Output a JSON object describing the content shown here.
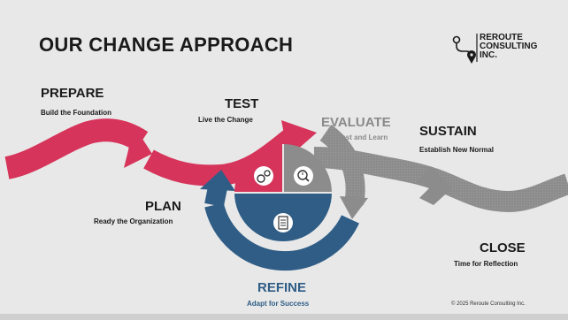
{
  "title": "OUR CHANGE APPROACH",
  "logo": {
    "icon": "route-pin-icon",
    "lines": [
      "REROUTE",
      "CONSULTING",
      "INC."
    ]
  },
  "stages": {
    "prepare": {
      "title": "PREPARE",
      "subtitle": "Build the Foundation"
    },
    "test": {
      "title": "TEST",
      "subtitle": "Live the Change"
    },
    "evaluate": {
      "title": "EVALUATE",
      "subtitle": "Test and Learn"
    },
    "sustain": {
      "title": "SUSTAIN",
      "subtitle": "Establish New Normal"
    },
    "plan": {
      "title": "PLAN",
      "subtitle": "Ready the Organization"
    },
    "close": {
      "title": "CLOSE",
      "subtitle": "Time for Reflection"
    },
    "refine": {
      "title": "REFINE",
      "subtitle": "Adapt for Success"
    }
  },
  "center_icons": [
    "gears-icon",
    "magnifier-clock-icon",
    "checklist-icon"
  ],
  "colors": {
    "red": "#d6345a",
    "gray": "#8c8c8c",
    "blue": "#2f5d86"
  },
  "copyright": "© 2025 Reroute Consulting Inc."
}
